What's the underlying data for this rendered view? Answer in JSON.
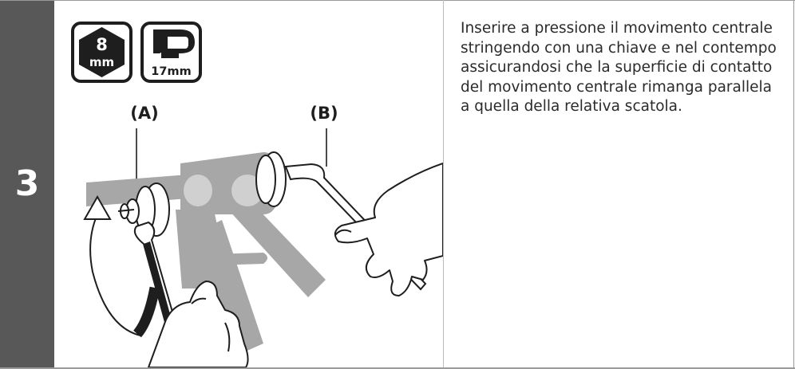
{
  "step": {
    "number": "3"
  },
  "tools": {
    "hex_key": {
      "value": "8",
      "unit": "mm",
      "icon": "hex-key-icon"
    },
    "wrench": {
      "size": "17mm",
      "icon": "wrench-icon"
    }
  },
  "callouts": {
    "a": "(A)",
    "b": "(B)"
  },
  "instruction": "Inserire a pressione il movimento centrale stringendo con una chiave e nel contempo assicurandosi che la superficie di contatto del movimento centrale rimanga parallela a quella della relativa scatola.",
  "colors": {
    "step_bar": "#585858",
    "frame_gray": "#a7a7a7",
    "text": "#2b2b2b"
  }
}
